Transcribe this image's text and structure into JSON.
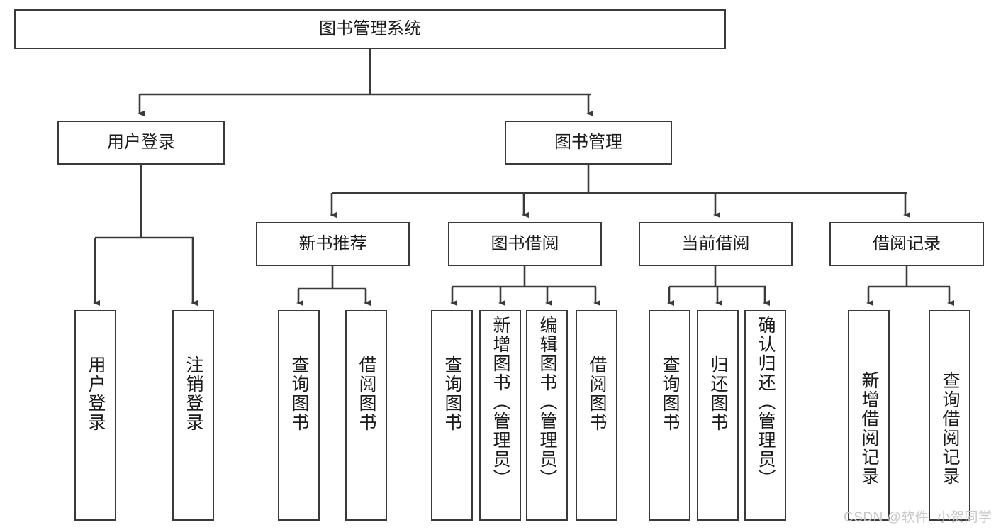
{
  "diagram": {
    "title": "图书管理系统",
    "type": "tree-hierarchy-chart",
    "root": {
      "label": "图书管理系统"
    },
    "level2": [
      {
        "label": "用户登录"
      },
      {
        "label": "图书管理"
      }
    ],
    "level3": [
      {
        "label": "新书推荐"
      },
      {
        "label": "图书借阅"
      },
      {
        "label": "当前借阅"
      },
      {
        "label": "借阅记录"
      }
    ],
    "leaves": {
      "user_login": [
        {
          "label": "用户登录"
        },
        {
          "label": "注销登录"
        }
      ],
      "new_book_recommend": [
        {
          "label": "查询图书"
        },
        {
          "label": "借阅图书"
        }
      ],
      "book_borrow": [
        {
          "label": "查询图书"
        },
        {
          "label": "新增图书（管理员）"
        },
        {
          "label": "编辑图书（管理员）"
        },
        {
          "label": "借阅图书"
        }
      ],
      "current_borrow": [
        {
          "label": "查询图书"
        },
        {
          "label": "归还图书"
        },
        {
          "label": "确认归还（管理员）"
        }
      ],
      "borrow_record": [
        {
          "label": "新增借阅记录"
        },
        {
          "label": "查询借阅记录"
        }
      ]
    },
    "watermark": "CSDN @软件_小贺同学",
    "colors": {
      "box_border": "#3a3a3a",
      "box_fill": "#ffffff",
      "connector": "#3a3a3a",
      "text": "#1b1b1b",
      "watermark": "#c9c9c9",
      "background": "#ffffff"
    }
  }
}
